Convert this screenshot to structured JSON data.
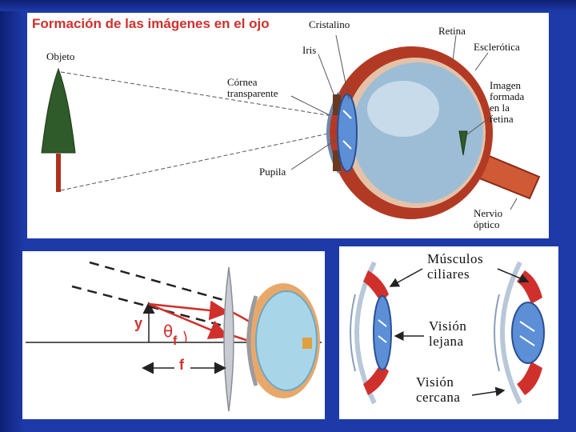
{
  "colors": {
    "background": "#1e3aa8",
    "title": "#d0302c",
    "eye_wall": "#b23a25",
    "eye_interior": "#8fb3cf",
    "lens": "#7aa3d9",
    "tree": "#2f5a2a",
    "trunk": "#b0301e",
    "ray": "#d0302c"
  },
  "top_panel": {
    "title": "Formación de las imágenes en el ojo",
    "labels": {
      "objeto": "Objeto",
      "cristalino": "Cristalino",
      "iris": "Iris",
      "retina": "Retina",
      "esclerotica": "Esclerótica",
      "cornea": "Córnea\ntransparente",
      "imagen": "Imagen\nformada\nen la\nretina",
      "pupila": "Pupila",
      "nervio": "Nervio\nóptico"
    }
  },
  "bottom_left_panel": {
    "labels": {
      "y": "y",
      "theta": "θ",
      "theta_sub": "f",
      "f": "f"
    }
  },
  "bottom_right_panel": {
    "labels": {
      "musculos": "Músculos\nciliares",
      "lejana": "Visión\nlejana",
      "cercana": "Visión\ncercana"
    }
  }
}
